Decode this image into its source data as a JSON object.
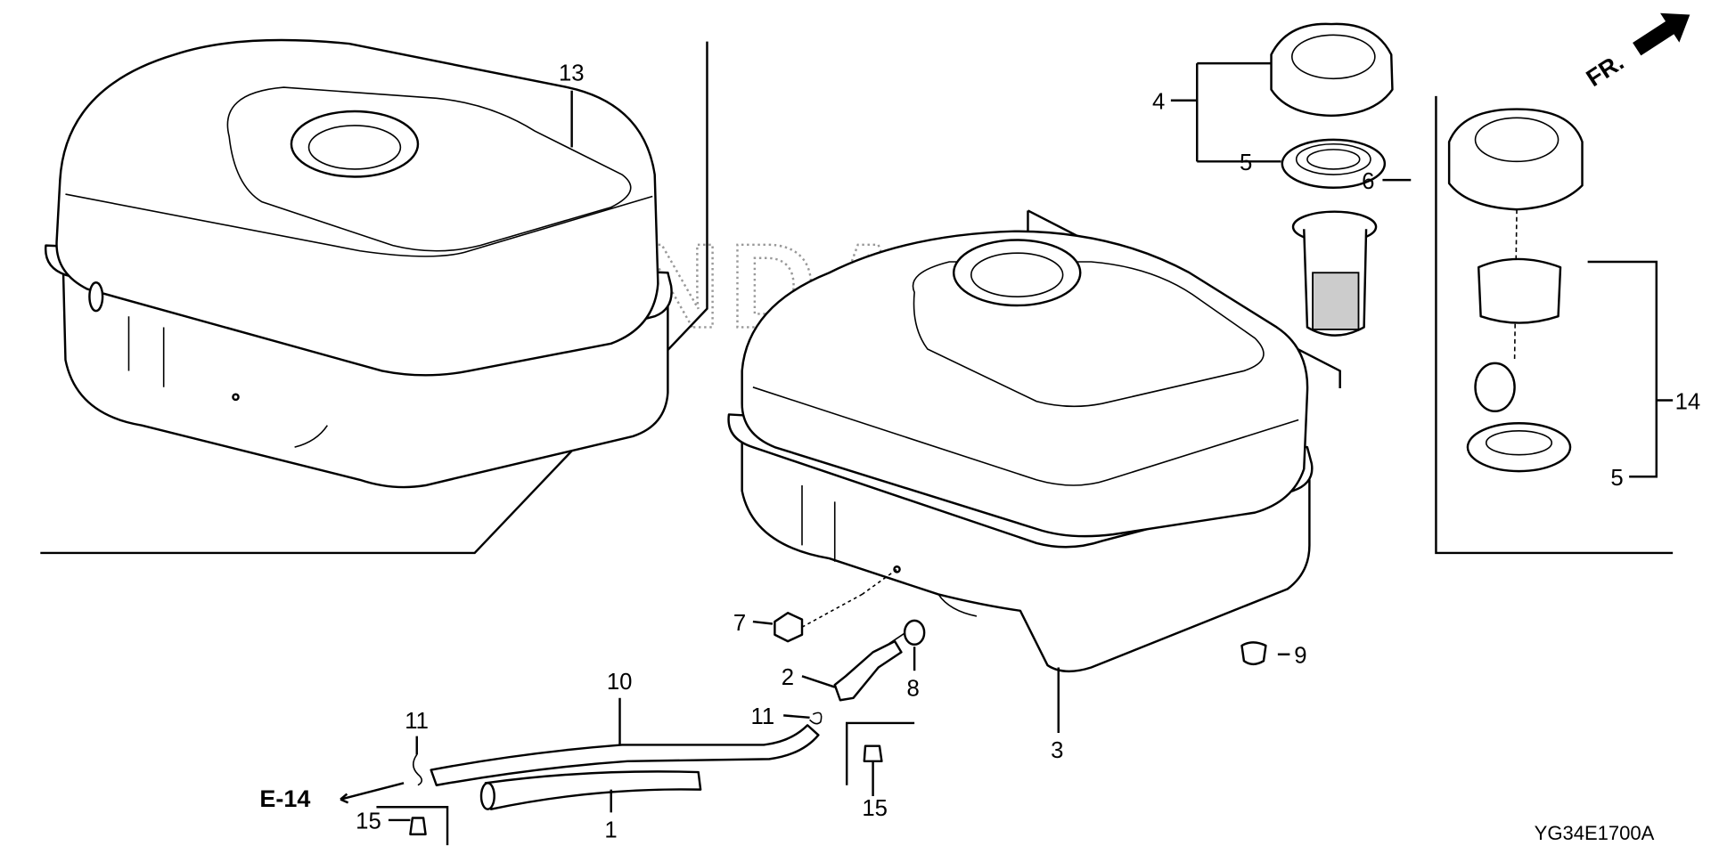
{
  "diagram": {
    "watermark": "HONDA",
    "direction_label": "FR.",
    "reference_label": "E-14",
    "diagram_code": "YG34E1700A",
    "callouts": {
      "c13": "13",
      "c4": "4",
      "c5a": "5",
      "c6": "6",
      "c14": "14",
      "c5b": "5",
      "c7": "7",
      "c2": "2",
      "c8": "8",
      "c9": "9",
      "c10": "10",
      "c11a": "11",
      "c11b": "11",
      "c3": "3",
      "c1": "1",
      "c15a": "15",
      "c15b": "15"
    }
  }
}
